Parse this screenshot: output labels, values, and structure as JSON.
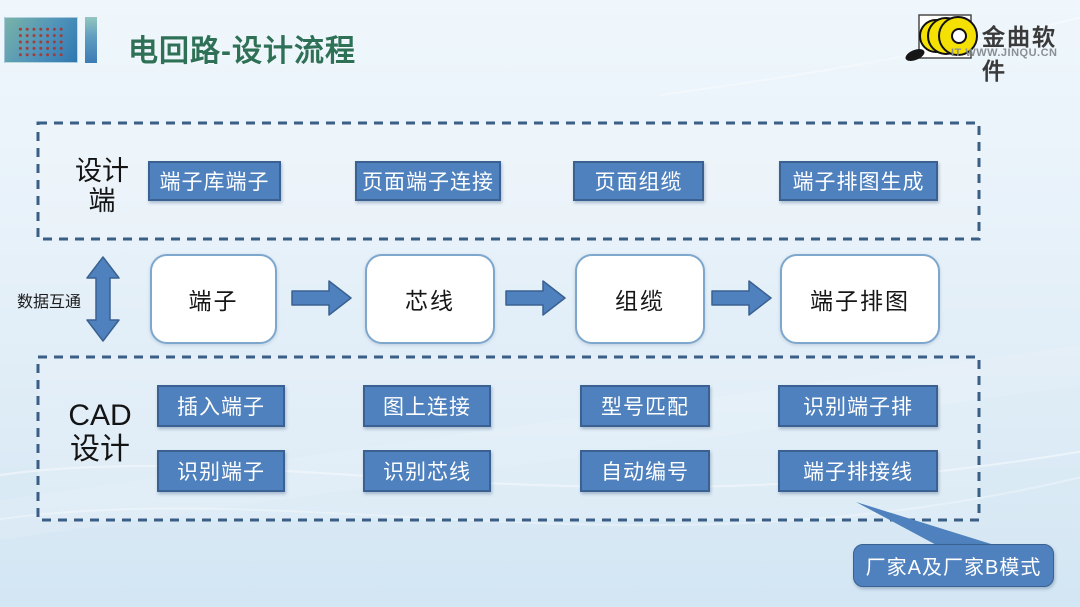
{
  "header": {
    "title": "电回路-设计流程",
    "logo_name": "金曲软件",
    "logo_subtitle": "IT WWW.JINQU.CN"
  },
  "design_section": {
    "label_line1": "设计",
    "label_line2": "端",
    "buttons": [
      "端子库端子",
      "页面端子连接",
      "页面组缆",
      "端子排图生成"
    ]
  },
  "flow": {
    "exchange_label": "数据互通",
    "nodes": [
      "端子",
      "芯线",
      "组缆",
      "端子排图"
    ]
  },
  "cad_section": {
    "label_line1": "CAD",
    "label_line2": "设计",
    "row1": [
      "插入端子",
      "图上连接",
      "型号匹配",
      "识别端子排"
    ],
    "row2": [
      "识别端子",
      "识别芯线",
      "自动编号",
      "端子排接线"
    ]
  },
  "callout": {
    "label": "厂家A及厂家B模式"
  },
  "colors": {
    "accent_blue": "#4E81BD",
    "accent_border": "#3A6191",
    "dashed_border": "#3A5E85",
    "title_green": "#2E7156",
    "node_border": "#7EA7CD",
    "logo_yellow": "#F5E003",
    "background_top": "#EFF7FC",
    "background_bottom": "#D3E6F3"
  }
}
